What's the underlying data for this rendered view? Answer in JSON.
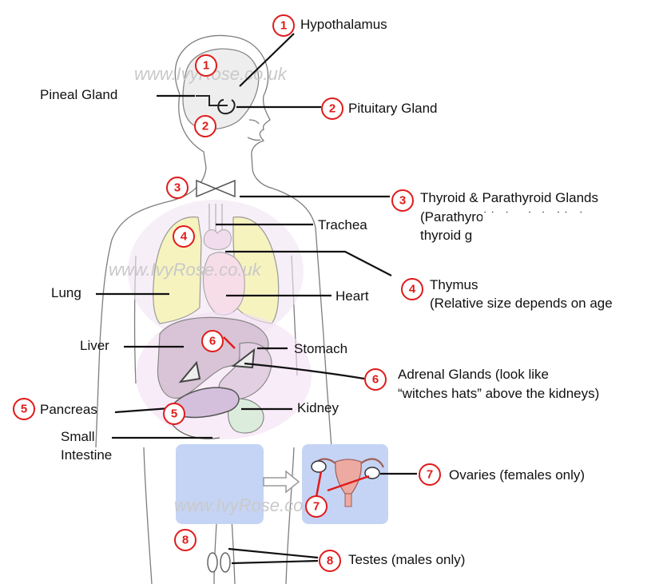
{
  "labels": {
    "hypothalamus": "Hypothalamus",
    "pineal_gland": "Pineal Gland",
    "pituitary_gland": "Pituitary Gland",
    "thyroid_title": "Thyroid & Parathyroid Glands",
    "thyroid_note_1": "(Parathyroid glands behind",
    "thyroid_note_2": "thyroid g",
    "trachea": "Trachea",
    "thymus_title": "Thymus",
    "thymus_note": "(Relative size depends on age",
    "lung": "Lung",
    "heart": "Heart",
    "liver": "Liver",
    "stomach": "Stomach",
    "adrenal_title": "Adrenal Glands (look like",
    "adrenal_note": "“witches hats” above the kidneys)",
    "pancreas": "Pancreas",
    "kidney": "Kidney",
    "small_intestine_1": "Small",
    "small_intestine_2": "Intestine",
    "ovaries": "Ovaries (females only)",
    "testes": "Testes (males only)"
  },
  "numbers": {
    "n1": "1",
    "n2": "2",
    "n3": "3",
    "n4": "4",
    "n5": "5",
    "n6": "6",
    "n7": "7",
    "n8": "8"
  },
  "watermarks": {
    "top": "www.IvyRose.co.uk",
    "middle": "www.IvyRose.co.uk",
    "bottom": "www.IvyRose.co.uk"
  },
  "colors": {
    "accent_red": "#e01b1b",
    "lung_fill": "#f6f3bf",
    "heart_fill": "#f7dde8",
    "liver_fill": "#d8c4d6",
    "kidney_fill": "#dcecdc",
    "panel_fill": "#c5d4f5",
    "uterus_fill": "#ecaaa2"
  }
}
